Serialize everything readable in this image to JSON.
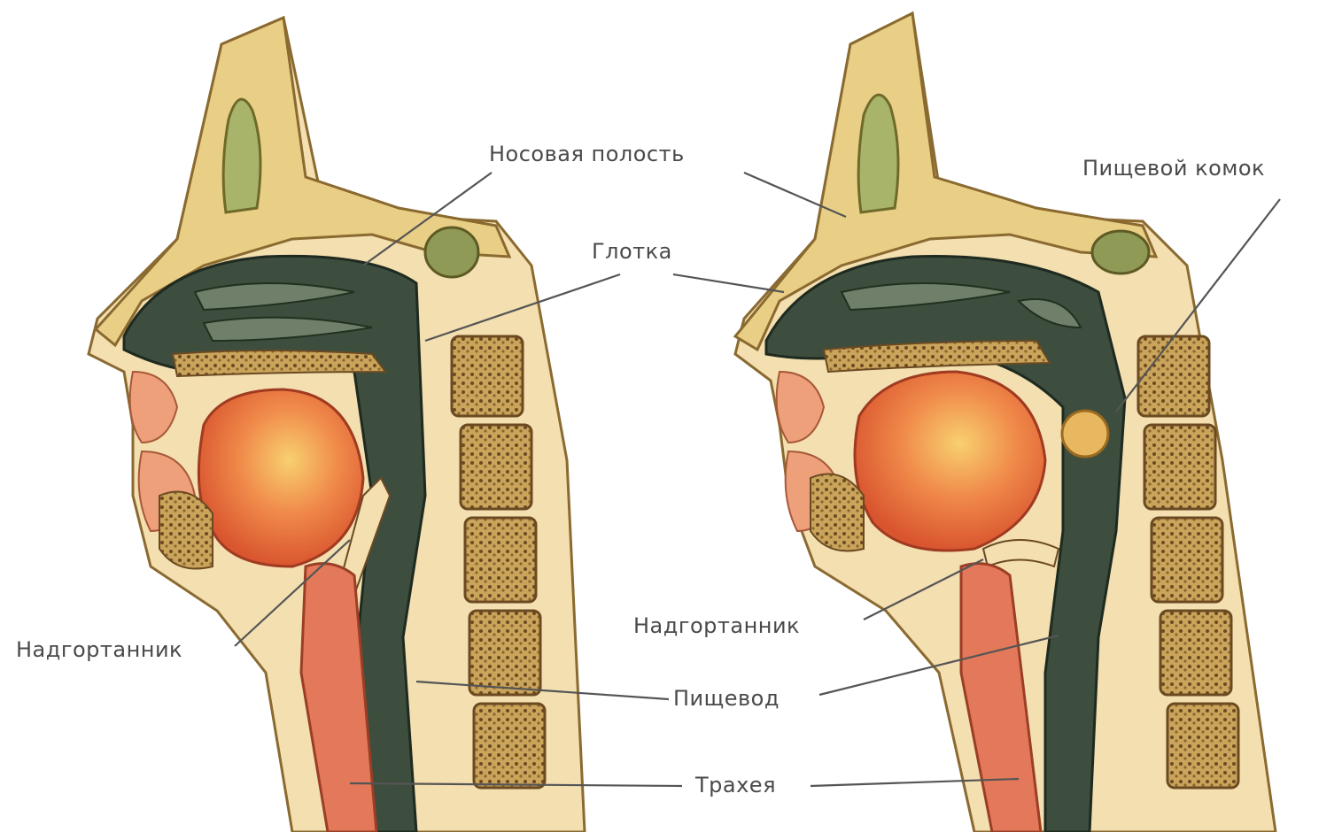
{
  "labels": {
    "nasal_cavity": "Носовая полость",
    "pharynx": "Глотка",
    "food_bolus": "Пищевой комок",
    "epiglottis_left": "Надгортанник",
    "epiglottis_right": "Надгортанник",
    "esophagus": "Пищевод",
    "trachea": "Трахея"
  },
  "colors": {
    "bone": "#e9cf86",
    "bone_dark": "#b8902e",
    "marrow": "#7a5a2a",
    "sinus": "#a8b46a",
    "airway": "#3d4d3e",
    "airway_light": "#6f7f6a",
    "tongue": "#e4704a",
    "tongue_light": "#f6b35a",
    "flesh": "#eea07a",
    "bolus": "#e8b860"
  }
}
